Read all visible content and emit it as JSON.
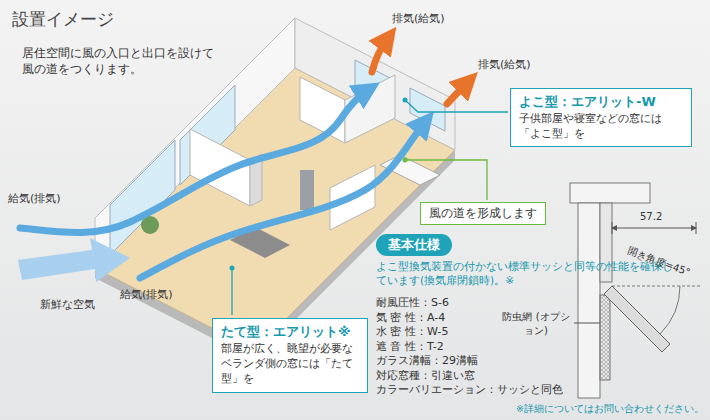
{
  "diagram": {
    "title": "設置イメージ",
    "nodes": [
      {
        "text": [
          "よこ型：エアリット-W",
          "子供部屋や寝室などの窓には「よこ型」を"
        ]
      },
      {
        "text": [
          "風の道を形成します"
        ]
      },
      {
        "text": [
          "基本仕様"
        ]
      },
      {
        "text": [
          "たて型：エアリット※",
          "部屋が広く、眺望が必要なベランダ側の窓には「たて型」を"
        ]
      }
    ],
    "labels": [
      "居住空間に風の入口と出口を設けて 風の道をつくります。",
      "排気(給気)",
      "排気(給気)",
      "給気(排気)",
      "新鮮な空気",
      "給気(排気)",
      "よこ型換気装置の付かない標準サッシと同等の性能を確保しています(換気扉閉鎖時)。※",
      "耐風圧性：S-6",
      "気 密 性：A-4",
      "水 密 性：W-5",
      "遮 音 性：T-2",
      "ガラス溝幅：29溝幅",
      "対応窓種：引違い窓",
      "カラーバリエーション：サッシと同色",
      "57.2",
      "開き角度=45°",
      "防虫網 (オプション)",
      "※詳細についてはお問い合わせください。"
    ]
  }
}
